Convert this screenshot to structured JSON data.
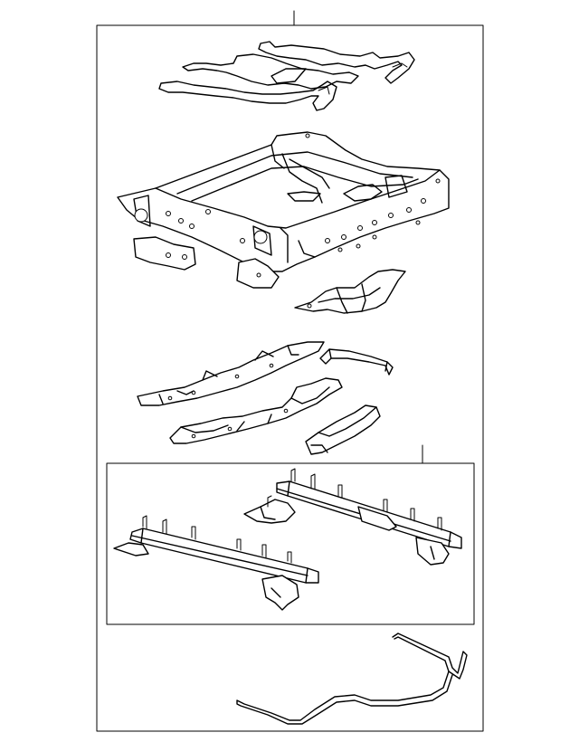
{
  "diagram": {
    "colors": {
      "line": "#000000",
      "background": "#ffffff"
    },
    "parts": [
      {
        "id": "seat-adjuster-assembly",
        "kind": "outer-frame"
      },
      {
        "id": "spring-wire-grid",
        "kind": "part"
      },
      {
        "id": "seat-cushion-frame",
        "kind": "part"
      },
      {
        "id": "frame-bracket",
        "kind": "part"
      },
      {
        "id": "side-rail-left",
        "kind": "part"
      },
      {
        "id": "side-rail-right",
        "kind": "part"
      },
      {
        "id": "handle-cover",
        "kind": "part"
      },
      {
        "id": "rail-trim-cover",
        "kind": "part"
      },
      {
        "id": "track-assembly",
        "kind": "sub-frame"
      },
      {
        "id": "release-bar",
        "kind": "part"
      }
    ]
  }
}
